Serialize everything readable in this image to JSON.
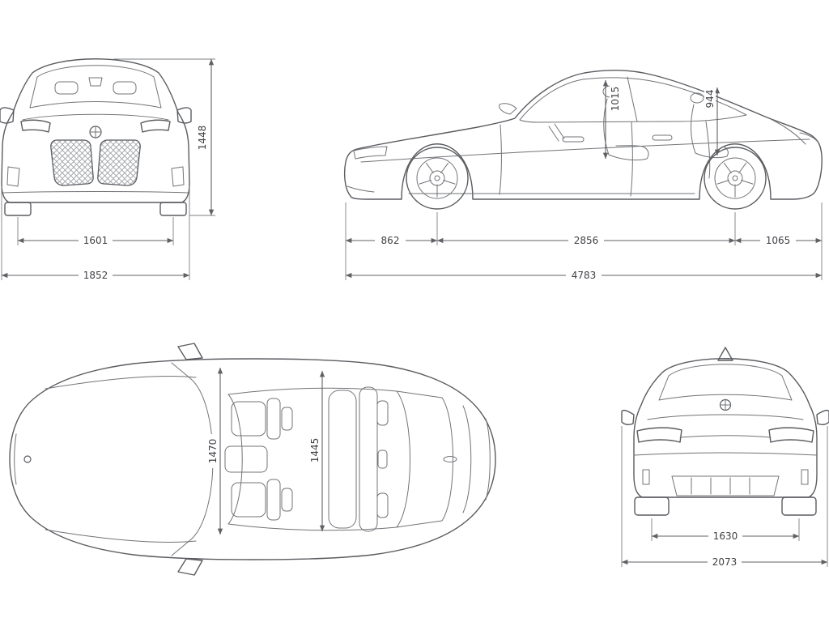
{
  "diagram": {
    "subject": "car-dimensions-blueprint",
    "unit": "mm",
    "colors": {
      "background": "#ffffff",
      "line": "#5a5c60",
      "text": "#3f4145"
    },
    "views": {
      "front": {
        "label": "front-view",
        "overall_height": "1448",
        "track_width": "1601",
        "overall_width": "1852"
      },
      "side": {
        "label": "side-view",
        "front_headroom": "1015",
        "rear_headroom": "944",
        "front_overhang": "862",
        "wheelbase": "2856",
        "rear_overhang": "1065",
        "overall_length": "4783"
      },
      "top": {
        "label": "top-view",
        "front_interior_width": "1470",
        "rear_interior_width": "1445"
      },
      "rear": {
        "label": "rear-view",
        "rear_track_width": "1630",
        "width_incl_mirrors": "2073"
      }
    }
  }
}
